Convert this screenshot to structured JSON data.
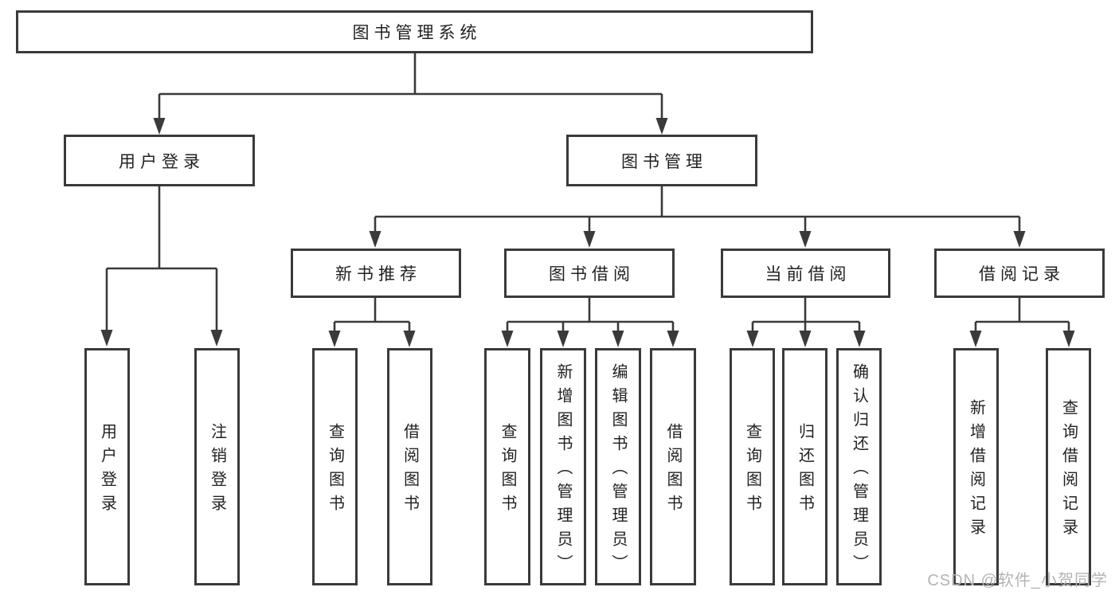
{
  "diagram": {
    "root": {
      "label": "图书管理系统"
    },
    "branches": [
      {
        "label": "用户登录",
        "children": [
          {
            "label": "用户登录"
          },
          {
            "label": "注销登录"
          }
        ]
      },
      {
        "label": "图书管理",
        "children": [
          {
            "label": "新书推荐",
            "children": [
              {
                "label": "查询图书"
              },
              {
                "label": "借阅图书"
              }
            ]
          },
          {
            "label": "图书借阅",
            "children": [
              {
                "label": "查询图书"
              },
              {
                "label": "新增图书（管理员）"
              },
              {
                "label": "编辑图书（管理员）"
              },
              {
                "label": "借阅图书"
              }
            ]
          },
          {
            "label": "当前借阅",
            "children": [
              {
                "label": "查询图书"
              },
              {
                "label": "归还图书"
              },
              {
                "label": "确认归还（管理员）"
              }
            ]
          },
          {
            "label": "借阅记录",
            "children": [
              {
                "label": "新增借阅记录"
              },
              {
                "label": "查询借阅记录"
              }
            ]
          }
        ]
      }
    ],
    "colors": {
      "line": "#3a3a3a",
      "box_border": "#3a3a3a",
      "text": "#222222",
      "watermark": "#b4b4b4",
      "background": "#ffffff"
    }
  },
  "watermark": {
    "text": "CSDN @软件_小贺同学"
  }
}
